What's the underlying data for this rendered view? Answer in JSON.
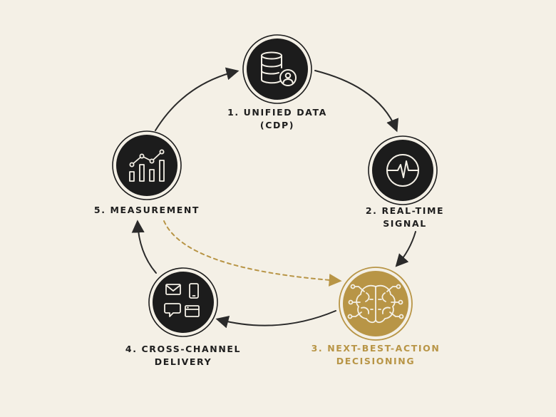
{
  "colors": {
    "background": "#f4f0e6",
    "node_fill": "#1c1c1c",
    "node_ring": "#1c1c1c",
    "icon_stroke": "#f4f0e6",
    "accent": "#b89546",
    "arrow": "#2a2a2a",
    "text": "#1e1e1e"
  },
  "nodes": [
    {
      "id": "unified-data",
      "icon": "database-user-icon",
      "label_lines": [
        "1. UNIFIED DATA",
        "(CDP)"
      ],
      "highlight": false
    },
    {
      "id": "real-time-signal",
      "icon": "pulse-signal-icon",
      "label_lines": [
        "2. REAL-TIME",
        "SIGNAL"
      ],
      "highlight": false
    },
    {
      "id": "next-best-action",
      "icon": "brain-circuit-icon",
      "label_lines": [
        "3. NEXT-BEST-ACTION",
        "DECISIONING"
      ],
      "highlight": true
    },
    {
      "id": "cross-channel-delivery",
      "icon": "multichannel-devices-icon",
      "label_lines": [
        "4. CROSS-CHANNEL",
        "DELIVERY"
      ],
      "highlight": false
    },
    {
      "id": "measurement",
      "icon": "bar-chart-trend-icon",
      "label_lines": [
        "5. MEASUREMENT"
      ],
      "highlight": false
    }
  ],
  "edges": [
    {
      "from": "unified-data",
      "to": "real-time-signal",
      "style": "solid"
    },
    {
      "from": "real-time-signal",
      "to": "next-best-action",
      "style": "solid"
    },
    {
      "from": "next-best-action",
      "to": "cross-channel-delivery",
      "style": "solid"
    },
    {
      "from": "cross-channel-delivery",
      "to": "measurement",
      "style": "solid"
    },
    {
      "from": "measurement",
      "to": "unified-data",
      "style": "solid"
    },
    {
      "from": "measurement",
      "to": "next-best-action",
      "style": "dashed-feedback"
    }
  ]
}
